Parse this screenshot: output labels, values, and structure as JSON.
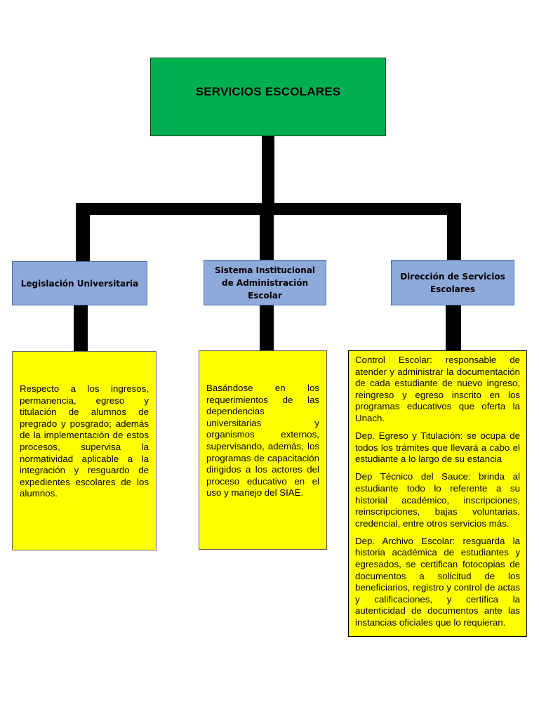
{
  "root": {
    "title": "SERVICIOS ESCOLARES"
  },
  "departments": [
    {
      "title": "Legislación Universitaria",
      "paragraphs": [
        "Respecto a los ingresos, permanencia, egreso y titulación de alumnos de pregrado y posgrado; además de la implementación de estos procesos, supervisa la normatividad aplicable a la integración y resguardo de expedientes escolares de los alumnos."
      ]
    },
    {
      "title": "Sistema Institucional de Administración Escolar",
      "paragraphs": [
        "Basándose en los requerimientos de las dependencias universitarias y organismos externos, supervisando, además, los programas de capacitación dirigidos a los actores del proceso educativo en el uso y manejo del SIAE."
      ]
    },
    {
      "title": "Dirección de Servicios Escolares",
      "paragraphs": [
        "Control Escolar: responsable de atender y administrar la documentación de cada estudiante de nuevo ingreso, reingreso y egreso inscrito en los programas educativos que oferta la Unach.",
        "Dep. Egreso y Titulación: se ocupa de todos los trámites que llevará a cabo el estudiante a lo largo de su estancia",
        " Dep Técnico del Sauce: brinda al estudiante todo lo referente a su historial académico, inscripciones, reinscripciones, bajas voluntarias, credencial, entre otros servicios más.",
        " Dep. Archivo Escolar: resguarda la historia académica de estudiantes y egresados, se certifican fotocopias de documentos a solicitud de los beneficiarios, registro y control de actas y calificaciones, y certifica la autenticidad de documentos ante las instancias oficiales que lo requieran."
      ]
    }
  ],
  "colors": {
    "root_fill": "#00b050",
    "dept_fill": "#8eaadb",
    "desc_fill": "#ffff00",
    "connector": "#000000"
  }
}
